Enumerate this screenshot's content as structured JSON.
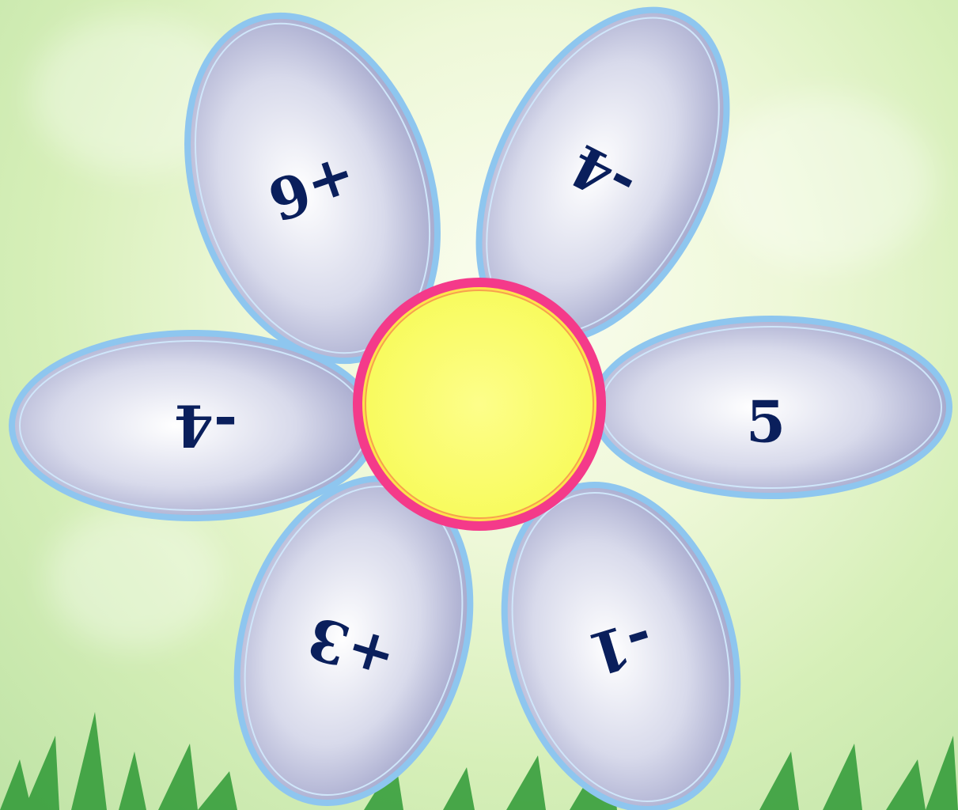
{
  "game": {
    "petals": [
      {
        "id": "top-left",
        "label": "+6",
        "upside_down": true
      },
      {
        "id": "top-right",
        "label": "-4",
        "upside_down": true
      },
      {
        "id": "left",
        "label": "-4",
        "upside_down": true
      },
      {
        "id": "right",
        "label": "5",
        "upside_down": false
      },
      {
        "id": "bottom-left",
        "label": "+3",
        "upside_down": true
      },
      {
        "id": "bottom-right",
        "label": "-1",
        "upside_down": true
      }
    ],
    "center": {
      "label": ""
    }
  },
  "colors": {
    "petal_fill_light": "#ffffff",
    "petal_fill_mid": "#d7d9ec",
    "petal_fill_dark": "#9c9fc8",
    "petal_outline": "#8ec6ef",
    "number_text": "#0a1f5c",
    "center_fill": "#fbfd6a",
    "center_ring": "#f43a8a",
    "grass": "#2f9a36"
  }
}
